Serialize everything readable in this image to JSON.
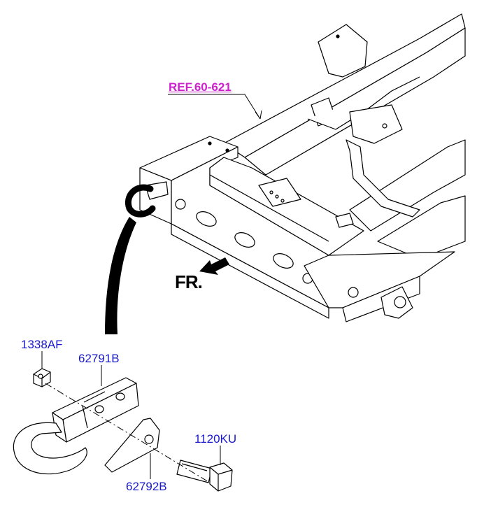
{
  "labels": {
    "ref": "REF.60-621",
    "front": "FR.",
    "nut": "1338AF",
    "hook": "62791B",
    "bracket": "62792B",
    "bolt": "1120KU"
  },
  "colors": {
    "part_label": "#1a1acc",
    "ref_label": "#cc22cc",
    "line": "#000000"
  }
}
